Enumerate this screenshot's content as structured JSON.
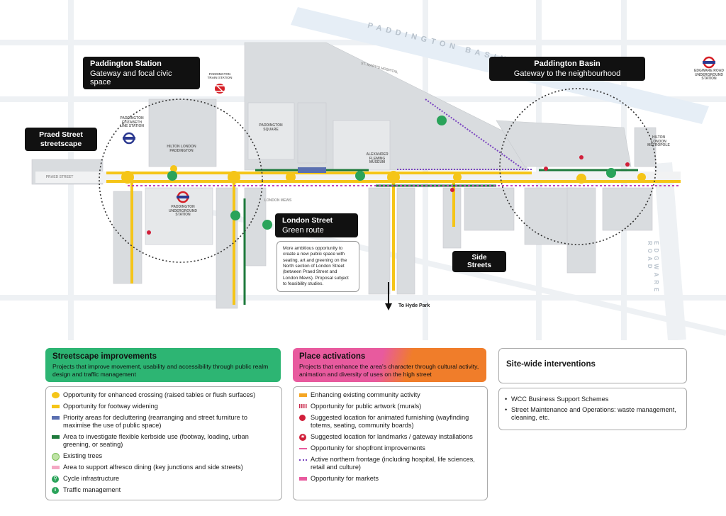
{
  "map": {
    "callouts": {
      "paddington_station": {
        "title": "Paddington Station",
        "subtitle": "Gateway and focal civic space"
      },
      "paddington_basin": {
        "title": "Paddington Basin",
        "subtitle": "Gateway to the neighbourhood"
      },
      "praed_street": {
        "title": "Praed Street streetscape"
      },
      "london_street": {
        "title": "London Street",
        "subtitle": "Green route"
      },
      "side_streets": {
        "title": "Side Streets"
      }
    },
    "london_street_note": "More ambitious opportunity to create a new public space with seating, art and greening on the North section of London Street (between Praed Street and London Mews). Proposal subject to feasibility studies.",
    "to_hyde_park": "To Hyde Park",
    "street_names": {
      "basin": "PADDINGTON BASIN",
      "edgware": "EDGWARE ROAD"
    },
    "place_labels": {
      "train_station": "PADDINGTON TRAIN STATION",
      "elizabeth_line": "PADDINGTON ELIZABETH LINE STATION",
      "hilton": "HILTON LONDON PADDINGTON",
      "underground": "PADDINGTON UNDERGROUND STATION",
      "square": "PADDINGTON SQUARE",
      "fleming": "ALEXANDER FLEMING MUSEUM",
      "metropole": "HILTON LONDON METROPOLE",
      "edgware_station": "EDGWARE ROAD UNDERGROUND STATION",
      "st_marys": "ST. MARY'S HOSPITAL",
      "london_mews": "LONDON MEWS",
      "praed_street": "PRAED STREET"
    }
  },
  "legend": {
    "streetscape": {
      "title": "Streetscape improvements",
      "description": "Projects that improve movement, usability and accessibility through public realm design and traffic management",
      "items": [
        {
          "label": "Opportunity for enhanced crossing (raised tables or flush surfaces)",
          "symbol": "yellow-dot-icon"
        },
        {
          "label": "Opportunity for footway widening",
          "symbol": "orange-bar-icon"
        },
        {
          "label": "Priority areas for decluttering (rearranging and street furniture to maximise the use of public space)",
          "symbol": "blue-bar-icon"
        },
        {
          "label": "Area to investigate flexible kerbside use (footway, loading, urban greening, or seating)",
          "symbol": "green-bar-icon"
        },
        {
          "label": "Existing trees",
          "symbol": "tree-dot-icon"
        },
        {
          "label": "Area to support alfresco dining (key junctions and side streets)",
          "symbol": "pink-bar-icon"
        },
        {
          "label": "Cycle infrastructure",
          "symbol": "cycle-icon"
        },
        {
          "label": "Traffic management",
          "symbol": "traffic-light-icon"
        }
      ]
    },
    "place": {
      "title": "Place activations",
      "description": "Projects that enhance the area's character through cultural activity, animation and diversity of uses on the high street",
      "items": [
        {
          "label": "Enhancing existing community activity",
          "symbol": "orange-bar-icon"
        },
        {
          "label": "Opportunity for public artwork (murals)",
          "symbol": "red-stripe-icon"
        },
        {
          "label": "Suggested location for animated furnishing (wayfinding totems, seating, community boards)",
          "symbol": "red-dot-icon"
        },
        {
          "label": "Suggested location for landmarks / gateway installations",
          "symbol": "star-dot-icon"
        },
        {
          "label": "Opportunity for shopfront improvements",
          "symbol": "pink-dash-icon"
        },
        {
          "label": "Active northern frontage (including hospital, life sciences, retail and culture)",
          "symbol": "purple-dot-line-icon"
        },
        {
          "label": "Opportunity for markets",
          "symbol": "magenta-bar-icon"
        }
      ]
    },
    "site": {
      "title": "Site-wide interventions",
      "items": [
        "WCC Business Support Schemes",
        "Street Maintenance and Operations: waste management, cleaning, etc."
      ]
    }
  },
  "colors": {
    "streetscape_green": "#2db573",
    "place_pink": "#e85a9e",
    "place_orange": "#f07d2a",
    "road_yellow": "#f5c518",
    "cycle_green": "#2aa35a",
    "tfl_blue": "#2b3990",
    "tfl_red": "#d61f26"
  }
}
